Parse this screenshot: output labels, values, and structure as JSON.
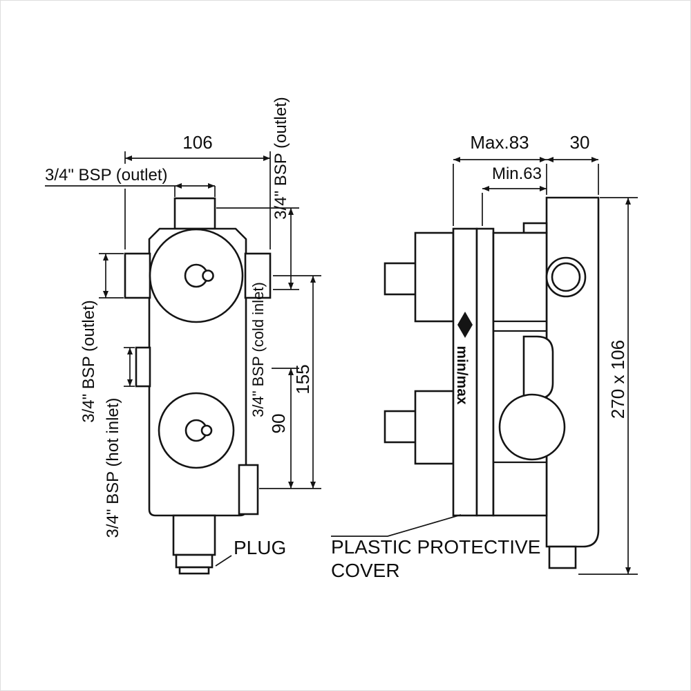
{
  "drawing": {
    "front_view": {
      "dim_width": "106",
      "outlet_top": "3/4\" BSP (outlet)",
      "outlet_right": "3/4\" BSP (outlet)",
      "outlet_left": "3/4\" BSP (outlet)",
      "hot_inlet": "3/4\" BSP (hot inlet)",
      "cold_inlet": "3/4\" BSP (cold inlet)",
      "dim_height_total": "155",
      "dim_height_lower": "90",
      "plug": "PLUG"
    },
    "side_view": {
      "dim_max": "Max.83",
      "dim_min": "Min.63",
      "dim_depth": "30",
      "dim_plate": "270 x 106",
      "min_max": "min/max",
      "cover_line1": "PLASTIC PROTECTIVE",
      "cover_line2": "COVER"
    }
  }
}
